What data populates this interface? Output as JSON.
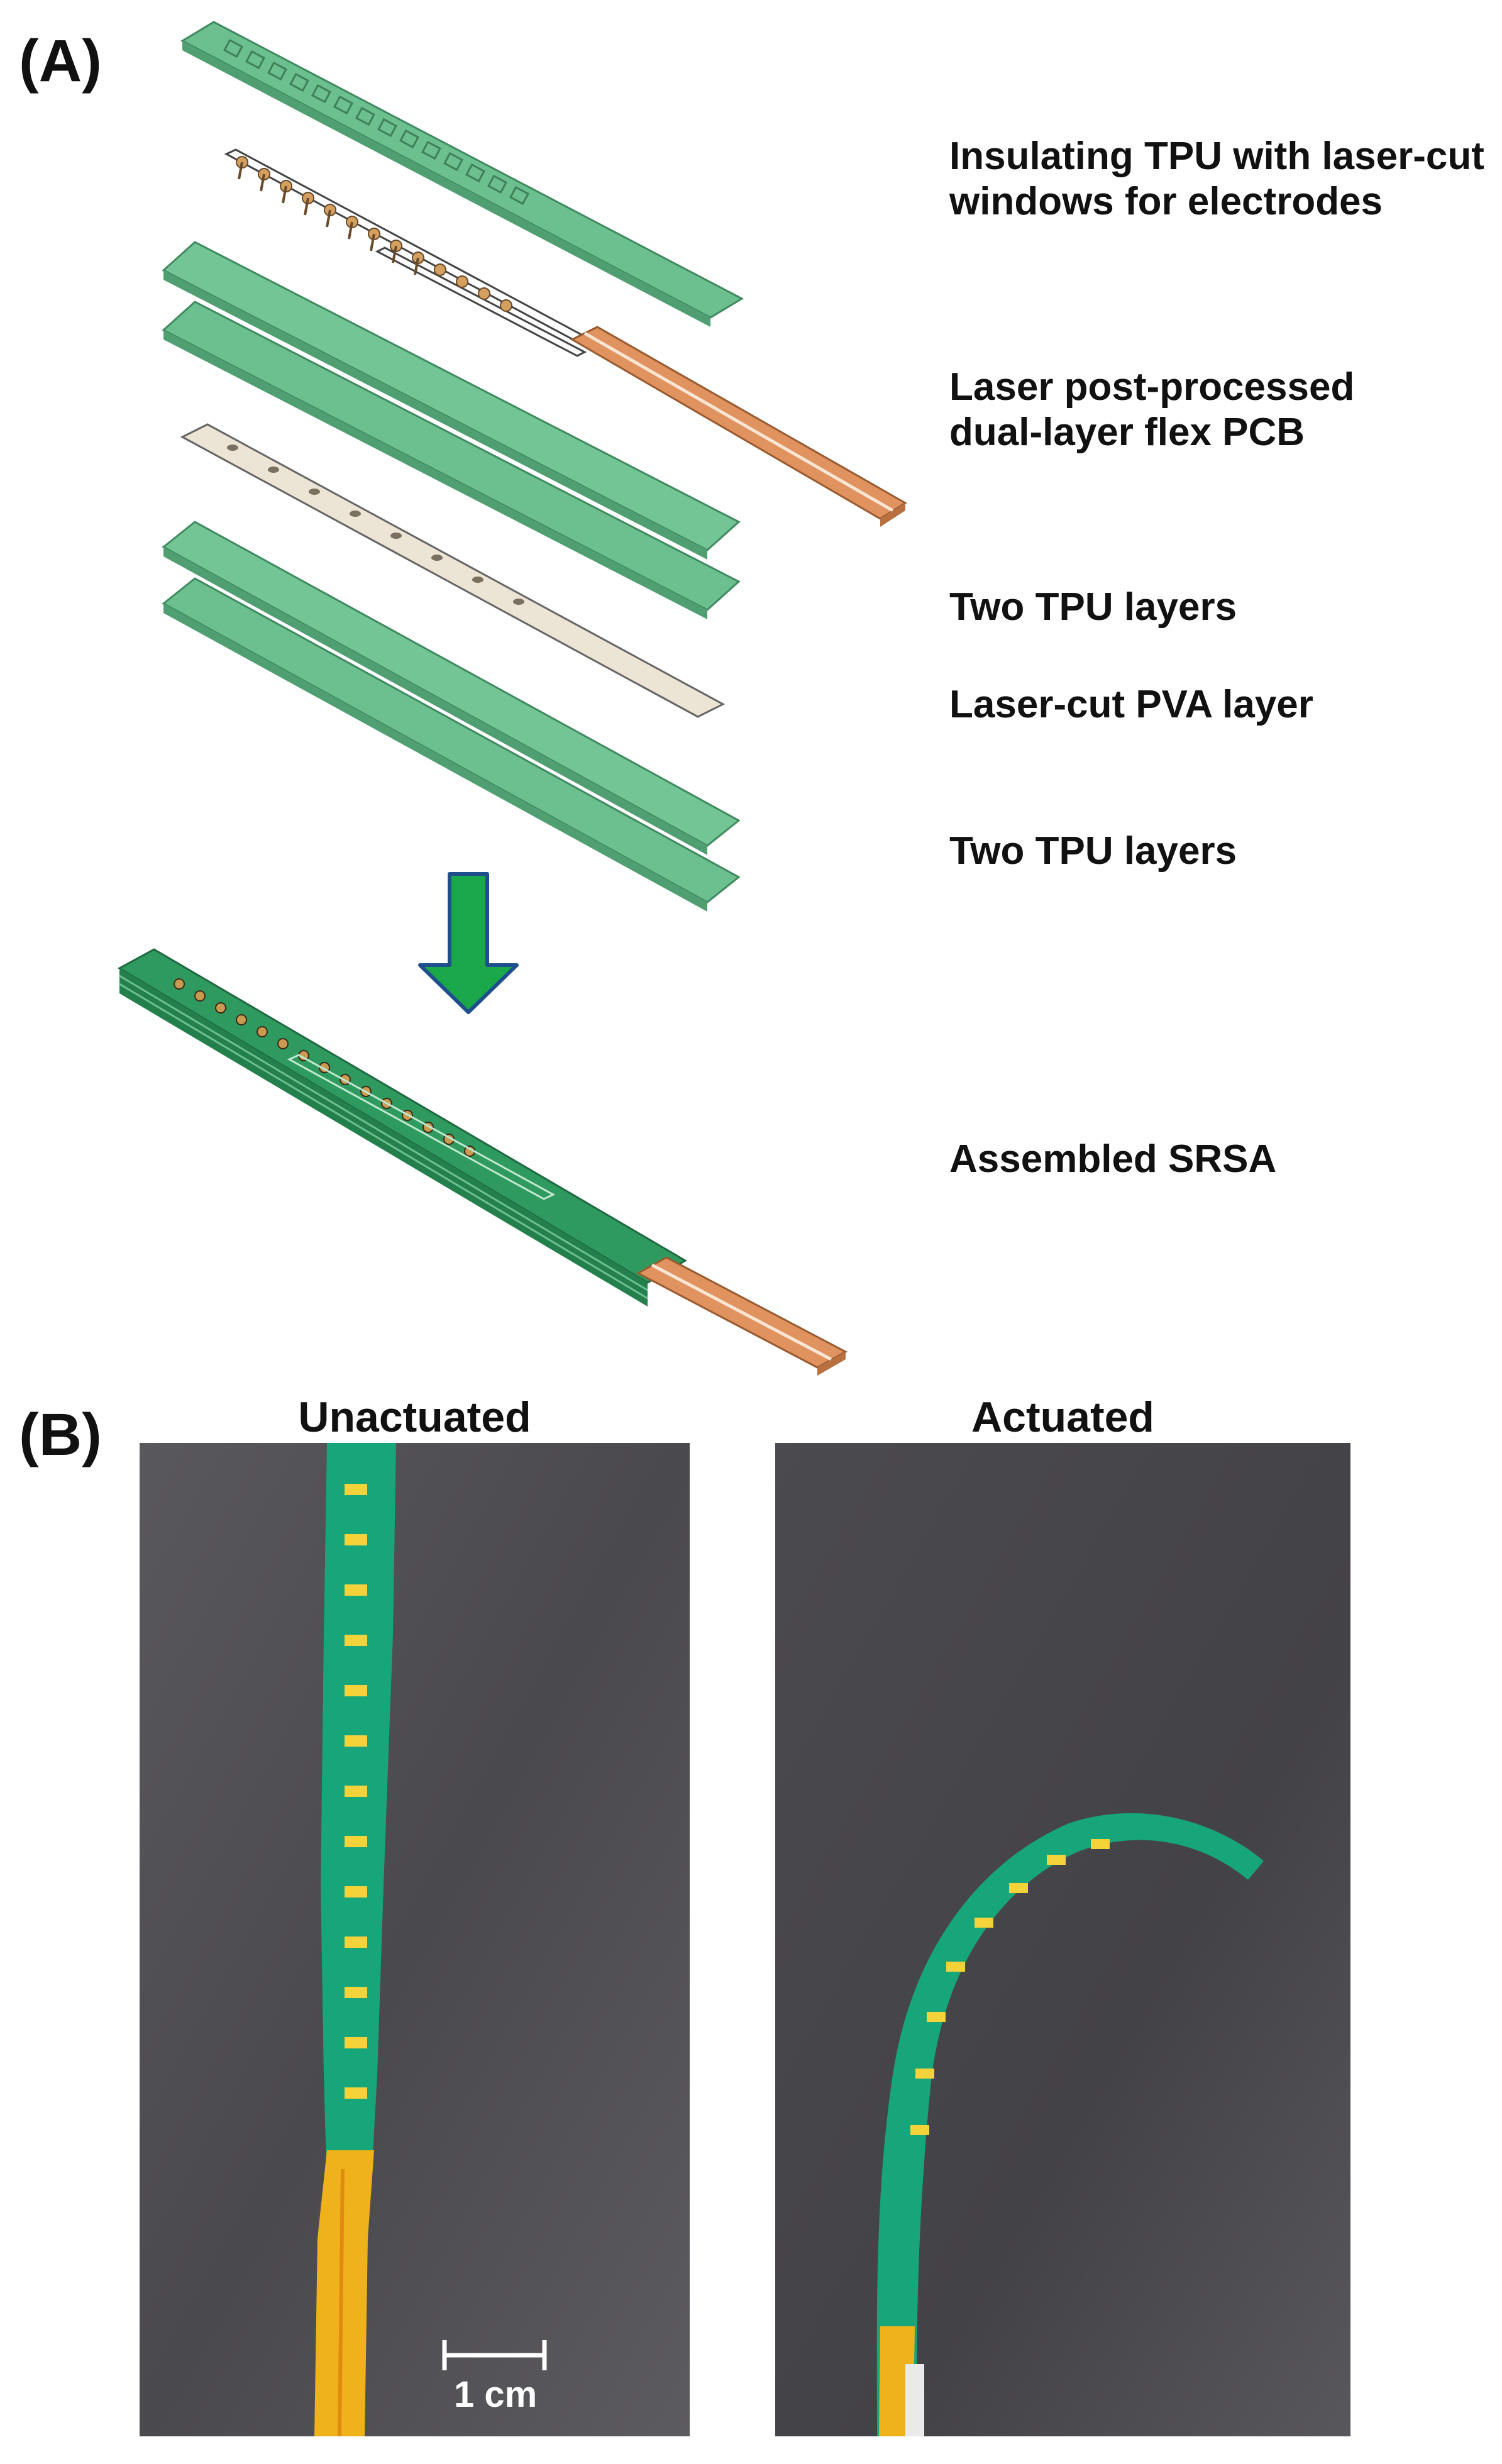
{
  "panels": {
    "a_label": "(A)",
    "b_label": "(B)"
  },
  "layers": {
    "insulating": "Insulating TPU with laser-cut\nwindows for electrodes",
    "pcb": "Laser post-processed\ndual-layer flex PCB",
    "tpu_top": "Two TPU layers",
    "pva": "Laser-cut PVA layer",
    "tpu_bottom": "Two TPU layers",
    "assembled": "Assembled SRSA"
  },
  "photos": {
    "left_title": "Unactuated",
    "right_title": "Actuated",
    "scale_bar": "1 cm"
  },
  "colors": {
    "tpu_green": "#6cc08f",
    "tpu_edge": "#3f8a5f",
    "pva_beige": "#ece4d4",
    "copper": "#e0935f",
    "arrow_green": "#1aa84a",
    "arrow_outline": "#1f4e8c",
    "photo_background": "#4f4e52",
    "actuator_green": "#17a57a",
    "cable_yellow": "#f0b21a"
  }
}
